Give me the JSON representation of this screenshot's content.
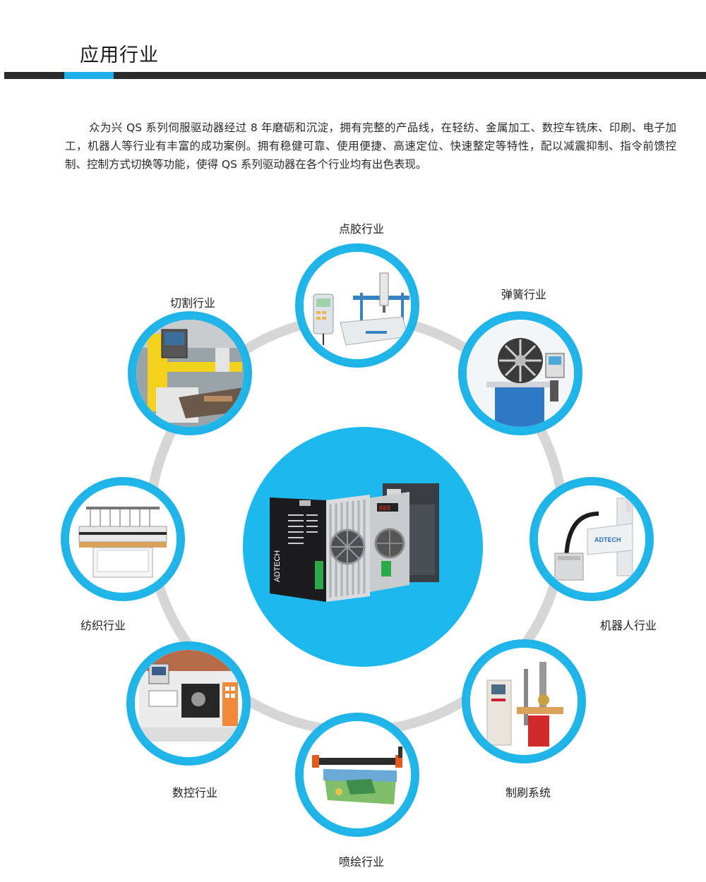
{
  "header": {
    "title": "应用行业"
  },
  "intro": {
    "paragraph": "众为兴 QS 系列伺服驱动器经过 8 年磨砺和沉淀，拥有完整的产品线，在轻纺、金属加工、数控车铣床、印刷、电子加工，机器人等行业有丰富的成功案例。拥有稳健可靠、使用便捷、高速定位、快速整定等特性，配以减震抑制、指令前馈控制、控制方式切换等功能，使得 QS 系列驱动器在各个行业均有出色表现。"
  },
  "colors": {
    "accent": "#1eaee8",
    "bar": "#2b2b2b",
    "ring": "#d6d6d6",
    "hub": "#1cb8ee"
  },
  "industries": {
    "dispensing": "点胶行业",
    "spring": "弹簧行业",
    "robot": "机器人行业",
    "brush": "制刷系统",
    "printing": "喷绘行业",
    "cnc": "数控行业",
    "textile": "纺织行业",
    "cutting": "切割行业"
  },
  "hub_images": {
    "driver_front_brand": "ADTECH"
  }
}
